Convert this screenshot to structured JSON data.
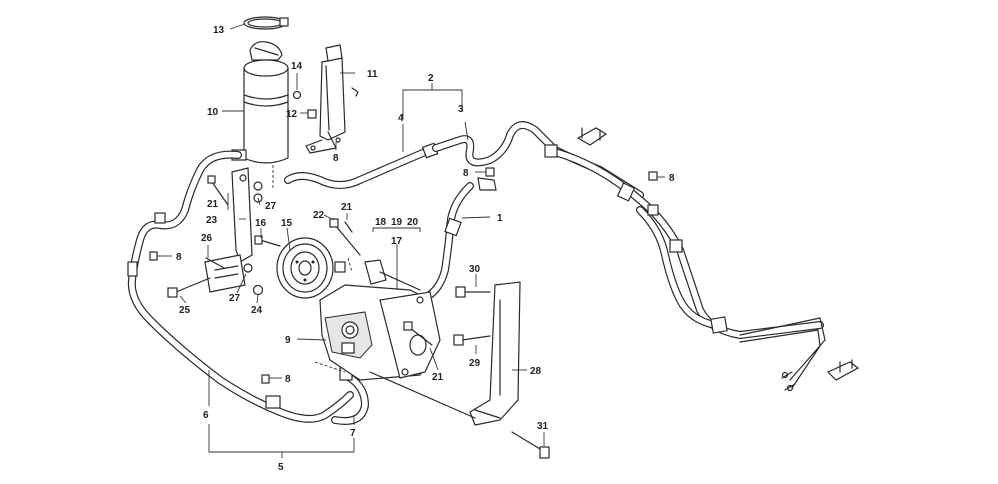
{
  "callouts": {
    "c1": "1",
    "c2": "2",
    "c3": "3",
    "c4": "4",
    "c5": "5",
    "c6": "6",
    "c7": "7",
    "c8a": "8",
    "c8b": "8",
    "c8c": "8",
    "c8d": "8",
    "c8e": "8",
    "c9": "9",
    "c10": "10",
    "c11": "11",
    "c12": "12",
    "c13": "13",
    "c14": "14",
    "c15": "15",
    "c16": "16",
    "c17": "17",
    "c18": "18",
    "c19": "19",
    "c20": "20",
    "c21a": "21",
    "c21b": "21",
    "c21c": "21",
    "c22": "22",
    "c23": "23",
    "c24": "24",
    "c25": "25",
    "c26": "26",
    "c27a": "27",
    "c27b": "27",
    "c28": "28",
    "c29": "29",
    "c30": "30",
    "c31": "31"
  }
}
